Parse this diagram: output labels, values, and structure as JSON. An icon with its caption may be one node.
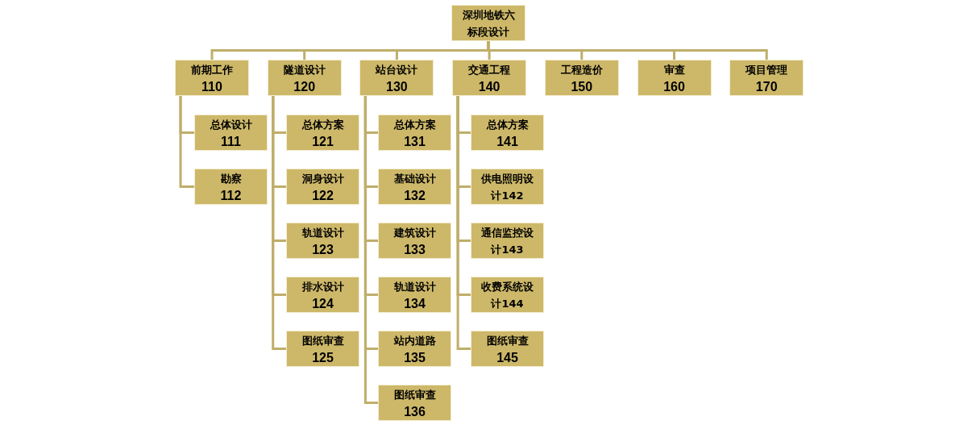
{
  "diagram": {
    "nodes": [
      {
        "text": [
          "深圳地铁六标段设计"
        ]
      },
      {
        "text": [
          "前期工作",
          "110"
        ]
      },
      {
        "text": [
          "隧道设计",
          "120"
        ]
      },
      {
        "text": [
          "站台设计",
          "130"
        ]
      },
      {
        "text": [
          "交通工程",
          "140"
        ]
      },
      {
        "text": [
          "工程造价",
          "150"
        ]
      },
      {
        "text": [
          "审查",
          "160"
        ]
      },
      {
        "text": [
          "项目管理",
          "170"
        ]
      },
      {
        "text": [
          "总体设计",
          "111"
        ]
      },
      {
        "text": [
          "勘察",
          "112"
        ]
      },
      {
        "text": [
          "总体方案",
          "121"
        ]
      },
      {
        "text": [
          "洞身设计",
          "122"
        ]
      },
      {
        "text": [
          "轨道设计",
          "123"
        ]
      },
      {
        "text": [
          "排水设计",
          "124"
        ]
      },
      {
        "text": [
          "图纸审查",
          "125"
        ]
      },
      {
        "text": [
          "总体方案",
          "131"
        ]
      },
      {
        "text": [
          "基础设计",
          "132"
        ]
      },
      {
        "text": [
          "建筑设计",
          "133"
        ]
      },
      {
        "text": [
          "轨道设计",
          "134"
        ]
      },
      {
        "text": [
          "站内道路",
          "135"
        ]
      },
      {
        "text": [
          "图纸审查",
          "136"
        ]
      },
      {
        "text": [
          "总体方案",
          "141"
        ]
      },
      {
        "text": [
          "供电照明设计142"
        ]
      },
      {
        "text": [
          "通信监控设计143"
        ]
      },
      {
        "text": [
          "收费系统设计144"
        ]
      },
      {
        "text": [
          "图纸审查",
          "145"
        ]
      }
    ],
    "edges": [
      {
        "from": 0,
        "to": 1,
        "arrow": "none"
      },
      {
        "from": 0,
        "to": 2,
        "arrow": "none"
      },
      {
        "from": 0,
        "to": 3,
        "arrow": "none"
      },
      {
        "from": 0,
        "to": 4,
        "arrow": "none"
      },
      {
        "from": 0,
        "to": 5,
        "arrow": "none"
      },
      {
        "from": 0,
        "to": 6,
        "arrow": "none"
      },
      {
        "from": 0,
        "to": 7,
        "arrow": "none"
      },
      {
        "from": 1,
        "to": 8,
        "arrow": "none"
      },
      {
        "from": 1,
        "to": 9,
        "arrow": "none"
      },
      {
        "from": 2,
        "to": 10,
        "arrow": "none"
      },
      {
        "from": 2,
        "to": 11,
        "arrow": "none"
      },
      {
        "from": 2,
        "to": 12,
        "arrow": "none"
      },
      {
        "from": 2,
        "to": 13,
        "arrow": "none"
      },
      {
        "from": 2,
        "to": 14,
        "arrow": "none"
      },
      {
        "from": 3,
        "to": 15,
        "arrow": "none"
      },
      {
        "from": 3,
        "to": 16,
        "arrow": "none"
      },
      {
        "from": 3,
        "to": 17,
        "arrow": "none"
      },
      {
        "from": 3,
        "to": 18,
        "arrow": "none"
      },
      {
        "from": 3,
        "to": 19,
        "arrow": "none"
      },
      {
        "from": 3,
        "to": 20,
        "arrow": "none"
      },
      {
        "from": 4,
        "to": 21,
        "arrow": "none"
      },
      {
        "from": 4,
        "to": 22,
        "arrow": "none"
      },
      {
        "from": 4,
        "to": 23,
        "arrow": "none"
      },
      {
        "from": 4,
        "to": 24,
        "arrow": "none"
      },
      {
        "from": 4,
        "to": 25,
        "arrow": "none"
      }
    ]
  }
}
